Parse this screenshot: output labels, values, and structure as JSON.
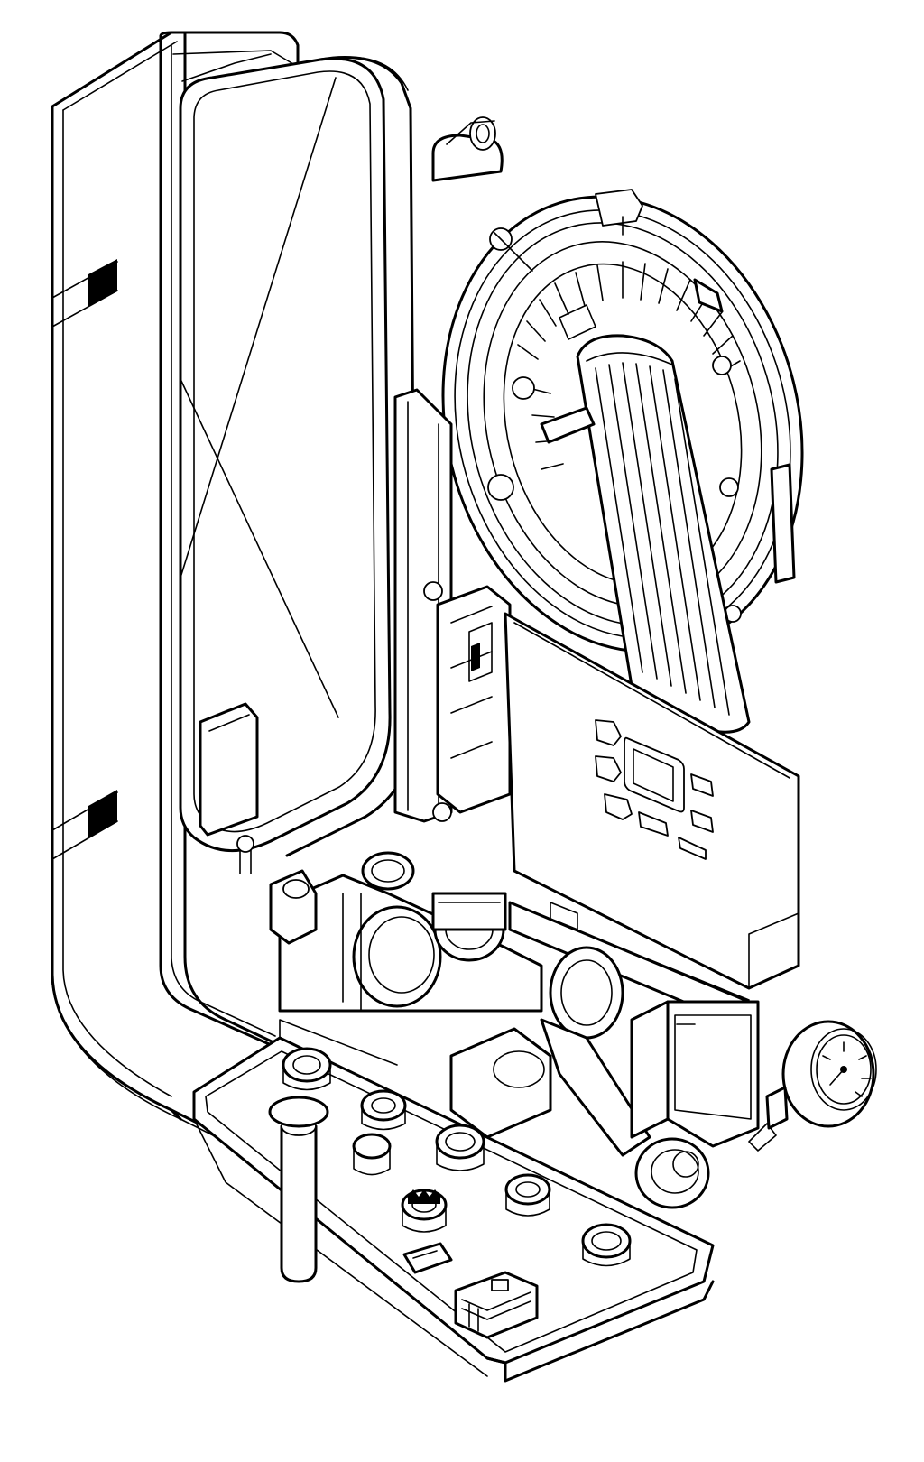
{
  "figure": {
    "subject": "boiler-exploded-line-drawing",
    "ink_color": "#000000",
    "paper_color": "#ffffff",
    "components": [
      "outer-casing",
      "expansion-vessel",
      "burner-fan-assembly",
      "heat-exchanger-tubes",
      "control-panel",
      "pressure-gauge",
      "pipe-connections",
      "terminal-block"
    ]
  }
}
